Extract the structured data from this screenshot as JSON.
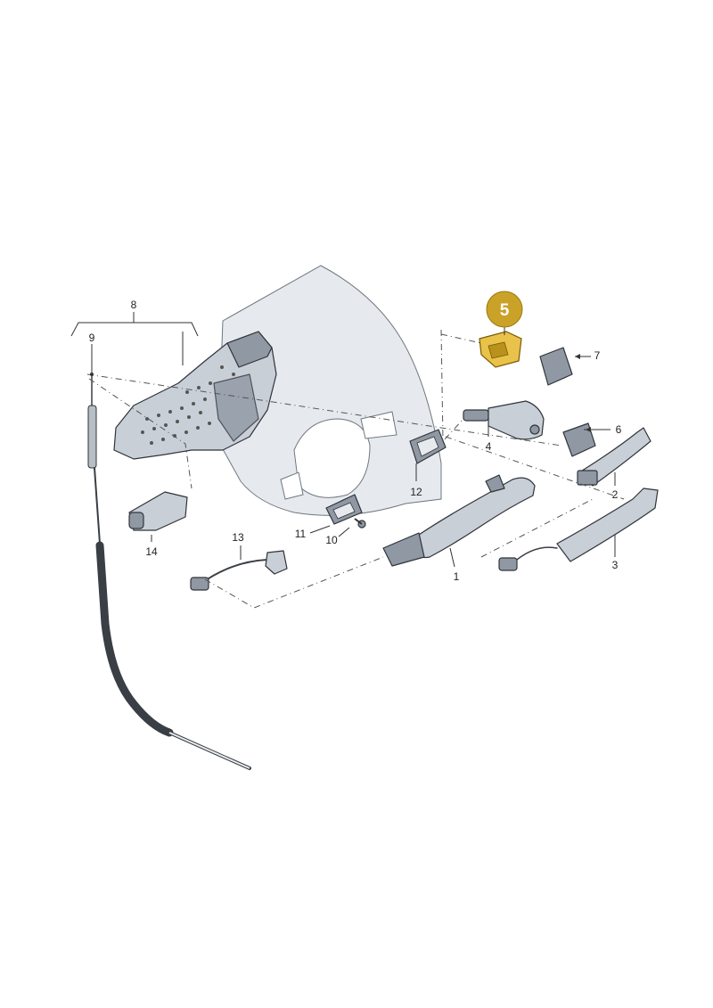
{
  "diagram": {
    "callouts": [
      {
        "id": "c1",
        "text": "1"
      },
      {
        "id": "c2",
        "text": "2"
      },
      {
        "id": "c3",
        "text": "3"
      },
      {
        "id": "c4",
        "text": "4"
      },
      {
        "id": "c6",
        "text": "6"
      },
      {
        "id": "c7",
        "text": "7"
      },
      {
        "id": "c8",
        "text": "8"
      },
      {
        "id": "c9",
        "text": "9"
      },
      {
        "id": "c10",
        "text": "10"
      },
      {
        "id": "c11",
        "text": "11"
      },
      {
        "id": "c12",
        "text": "12"
      },
      {
        "id": "c13",
        "text": "13"
      },
      {
        "id": "c14",
        "text": "14"
      }
    ],
    "highlight": {
      "text": "5",
      "color": "#c9a227"
    }
  }
}
